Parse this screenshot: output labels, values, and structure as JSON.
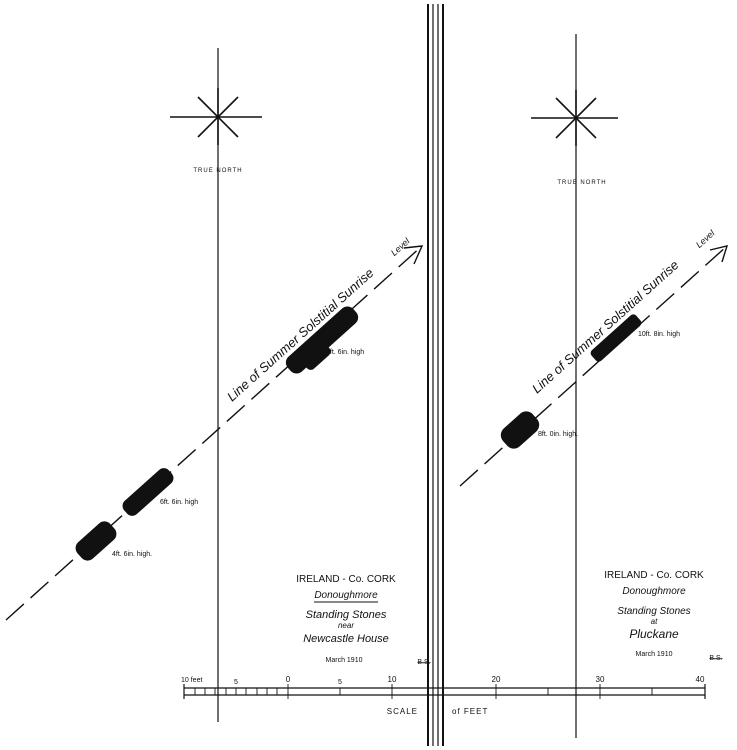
{
  "left": {
    "north_label": "TRUE NORTH",
    "line_label": "Line of Summer Solstitial Sunrise",
    "level_label": "Level",
    "stones": [
      {
        "label": "8ft. 6in. high"
      },
      {
        "label": "6ft. 6in. high"
      },
      {
        "label": "4ft. 6in. high."
      }
    ],
    "title": {
      "line1": "IRELAND - Co. CORK",
      "line2": "Donoughmore",
      "line3": "Standing Stones",
      "line4": "near",
      "line5": "Newcastle House",
      "date": "March 1910",
      "initials": "B.S."
    }
  },
  "right": {
    "north_label": "TRUE NORTH",
    "line_label": "Line of Summer Solstitial Sunrise",
    "level_label": "Level",
    "stones": [
      {
        "label": "10ft. 8in. high"
      },
      {
        "label": "8ft. 0in. high."
      }
    ],
    "title": {
      "line1": "IRELAND - Co. CORK",
      "line2": "Donoughmore",
      "line3": "Standing Stones",
      "line4": "at",
      "line5": "Pluckane",
      "date": "March 1910",
      "initials": "B.S."
    }
  },
  "scale": {
    "left_end_label": "10 feet",
    "ticks": [
      "5",
      "0",
      "5",
      "10",
      "20",
      "30",
      "40"
    ],
    "label_scale": "SCALE",
    "label_feet": "of FEET"
  }
}
